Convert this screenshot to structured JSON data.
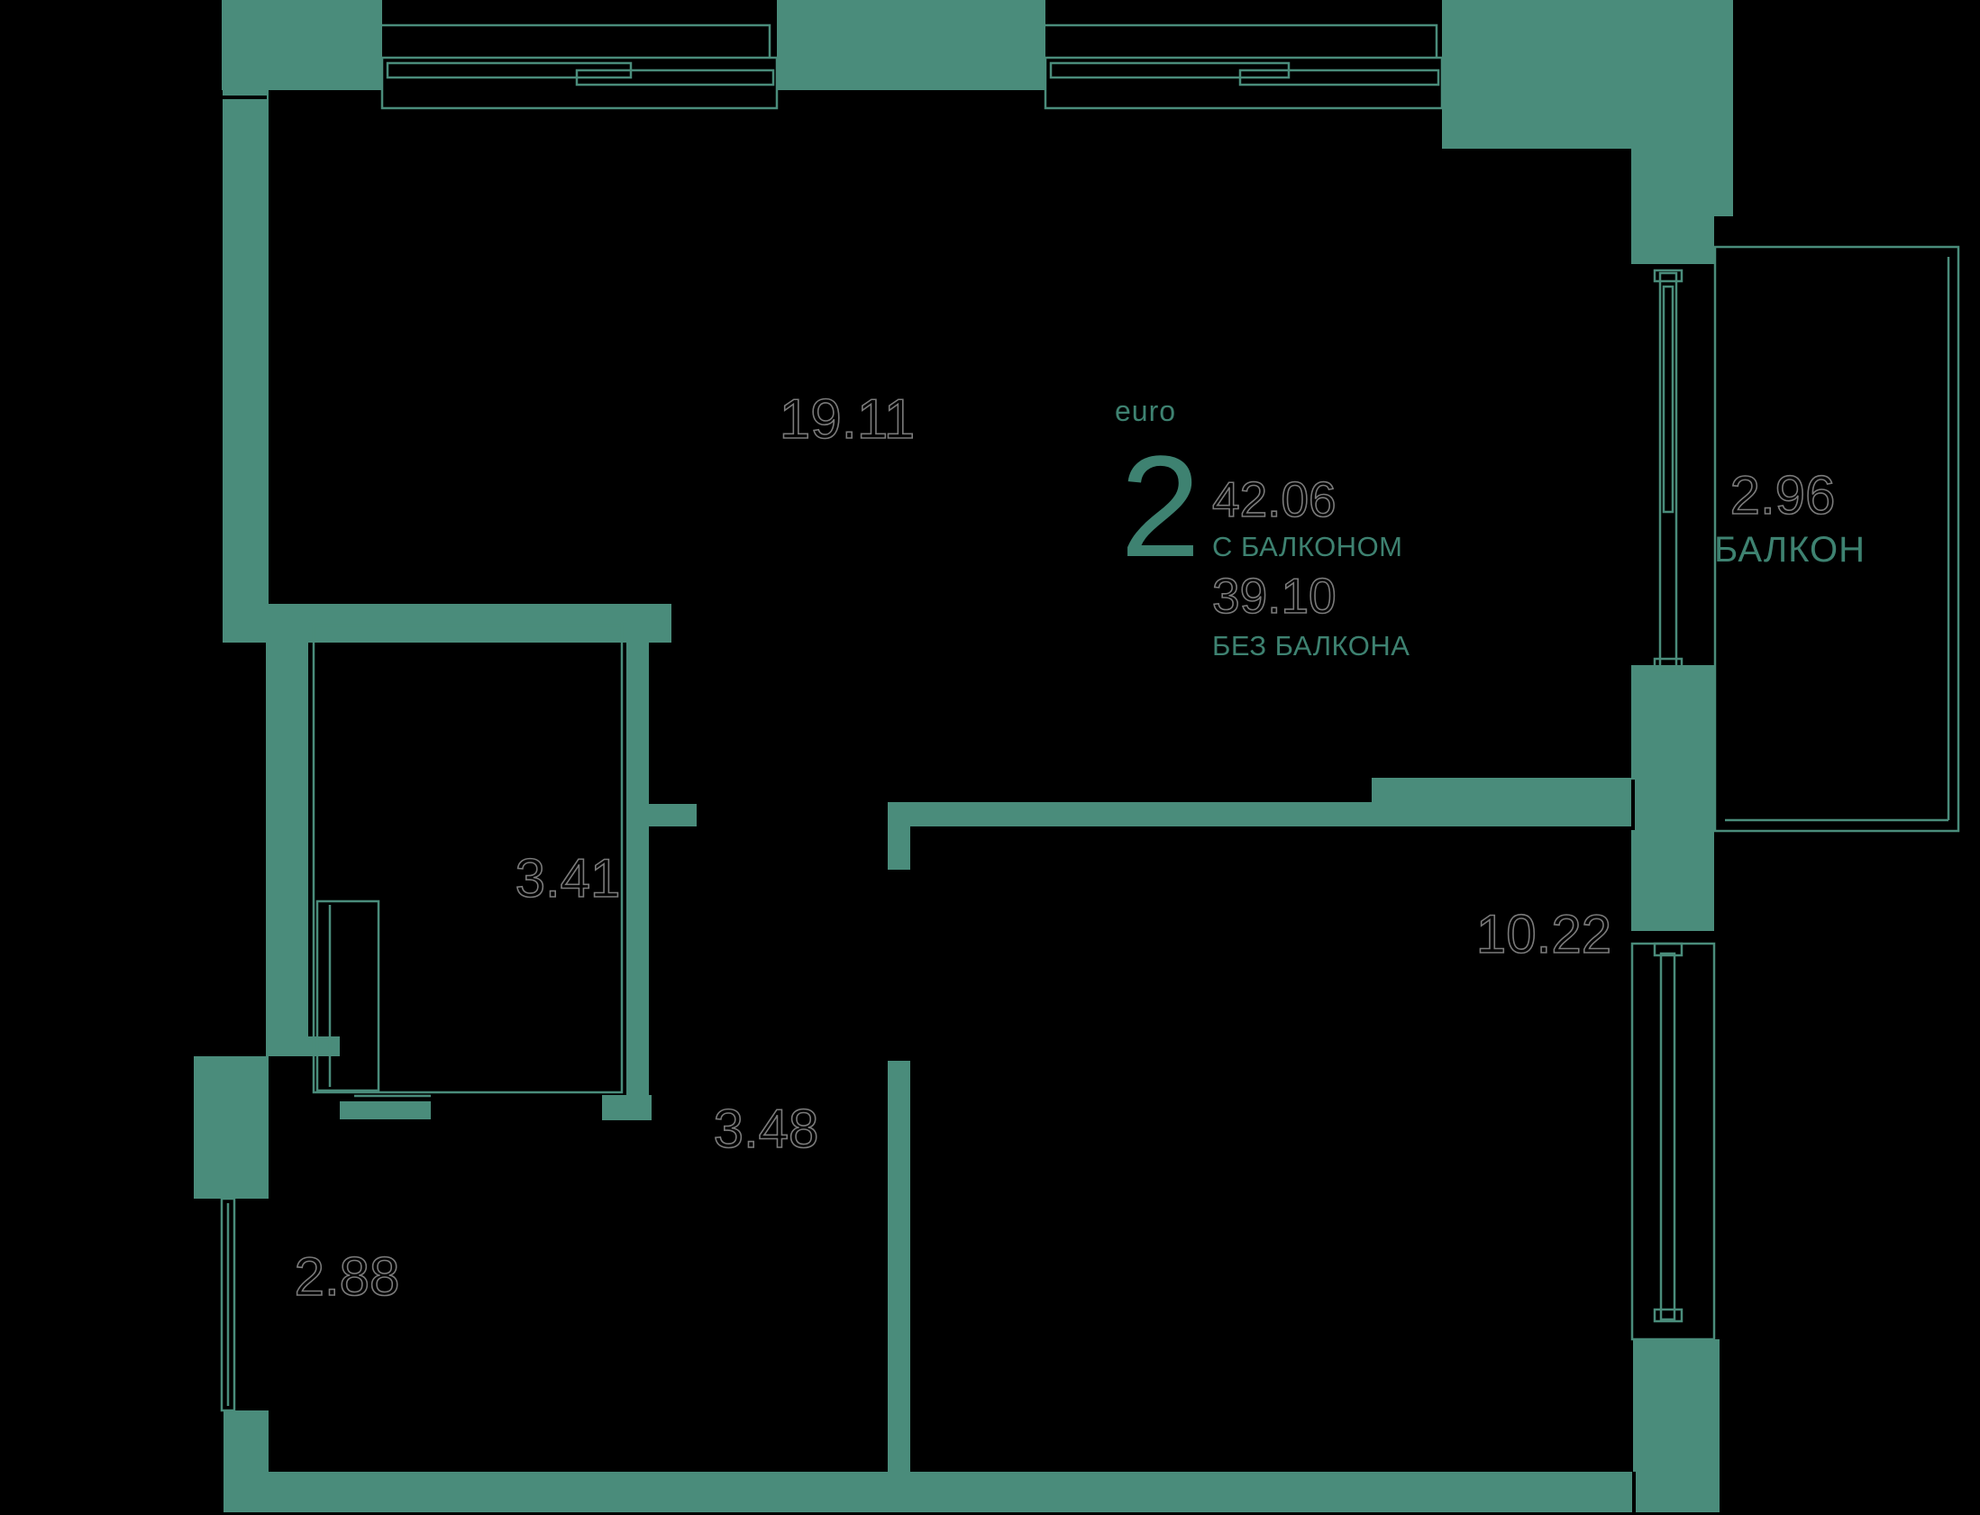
{
  "unit": {
    "type_label": "euro",
    "rooms_count": "2",
    "area_with_balcony": "42.06",
    "with_balcony_label": "С БАЛКОНОМ",
    "area_without_balcony": "39.10",
    "without_balcony_label": "БЕЗ БАЛКОНА"
  },
  "rooms": {
    "living": {
      "area": "19.11"
    },
    "closet": {
      "area": "3.41"
    },
    "hallway": {
      "area": "3.48"
    },
    "bathroom": {
      "area": "2.88"
    },
    "bedroom": {
      "area": "10.22"
    },
    "balcony": {
      "area": "2.96",
      "label": "БАЛКОН"
    }
  },
  "colors": {
    "wall": "#4A8C7B",
    "teal_text": "#3E8271",
    "outline_text": "#7A7A7A",
    "background": "#000000"
  }
}
